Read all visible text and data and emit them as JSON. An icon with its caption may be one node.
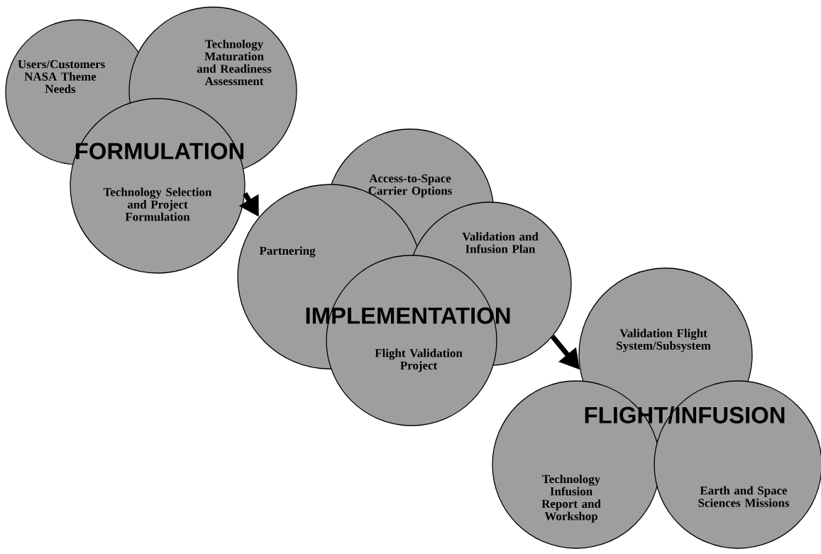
{
  "diagram": {
    "nodes": [
      {
        "text": [
          "Users/Customers NASA Theme Needs"
        ]
      },
      {
        "text": [
          "Technology Maturation and Readiness Assessment"
        ]
      },
      {
        "text": [
          "Technology Selection and Project Formulation"
        ]
      },
      {
        "text": [
          "Access-to-Space Carrier Options"
        ]
      },
      {
        "text": [
          "Partnering"
        ]
      },
      {
        "text": [
          "Validation and Infusion Plan"
        ]
      },
      {
        "text": [
          "Flight Validation Project"
        ]
      },
      {
        "text": [
          "Validation Flight System/Subsystem"
        ]
      },
      {
        "text": [
          "Technology Infusion Report and Workshop"
        ]
      },
      {
        "text": [
          "Earth and Space Sciences Missions"
        ]
      }
    ],
    "edges": [
      {
        "from": 2,
        "to": 4,
        "arrow": "to"
      },
      {
        "from": 5,
        "to": 7,
        "arrow": "to"
      }
    ],
    "labels": [
      "FORMULATION",
      "IMPLEMENTATION",
      "FLIGHT/INFUSION"
    ]
  }
}
